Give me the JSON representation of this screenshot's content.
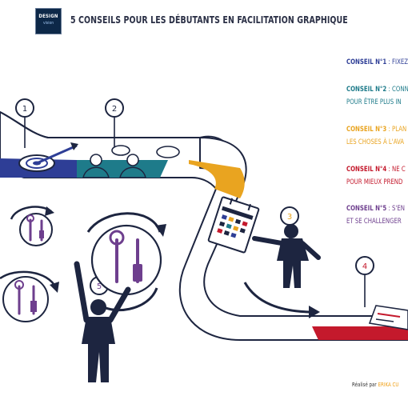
{
  "header": {
    "logo_line1": "DESIGN",
    "logo_line2": "vision",
    "title": "5 CONSEILS POUR LES DÉBUTANTS EN FACILITATION GRAPHIQUE"
  },
  "tips": [
    {
      "label": "CONSEIL N°1",
      "text": " : FIXEZ",
      "line2": "",
      "color": "#2e3e96"
    },
    {
      "label": "CONSEIL N°2",
      "text": " : CONN",
      "line2": "POUR ÊTRE PLUS IN",
      "color": "#1e7b8a"
    },
    {
      "label": "CONSEIL N°3",
      "text": " : PLAN",
      "line2": "LES CHOSES À L'AVA",
      "color": "#e9a420"
    },
    {
      "label": "CONSEIL N°4",
      "text": " : NE C",
      "line2": "POUR MIEUX PREND",
      "color": "#c4192c"
    },
    {
      "label": "CONSEIL N°5",
      "text": " : S'EN",
      "line2": "ET SE CHALLENGER",
      "color": "#6e3f8e"
    }
  ],
  "markers": [
    "1",
    "2",
    "3",
    "4",
    "5"
  ],
  "credit": {
    "prefix": "Réalisé par ",
    "name": "ERIKA CU"
  },
  "colors": {
    "navy": "#1d2540",
    "blue": "#2e3e96",
    "teal": "#1e7b8a",
    "orange": "#e9a420",
    "red": "#c4192c",
    "purple": "#6e3f8e",
    "ribbon": "#ffffff",
    "ribbon_edge": "#e8e8ec"
  }
}
